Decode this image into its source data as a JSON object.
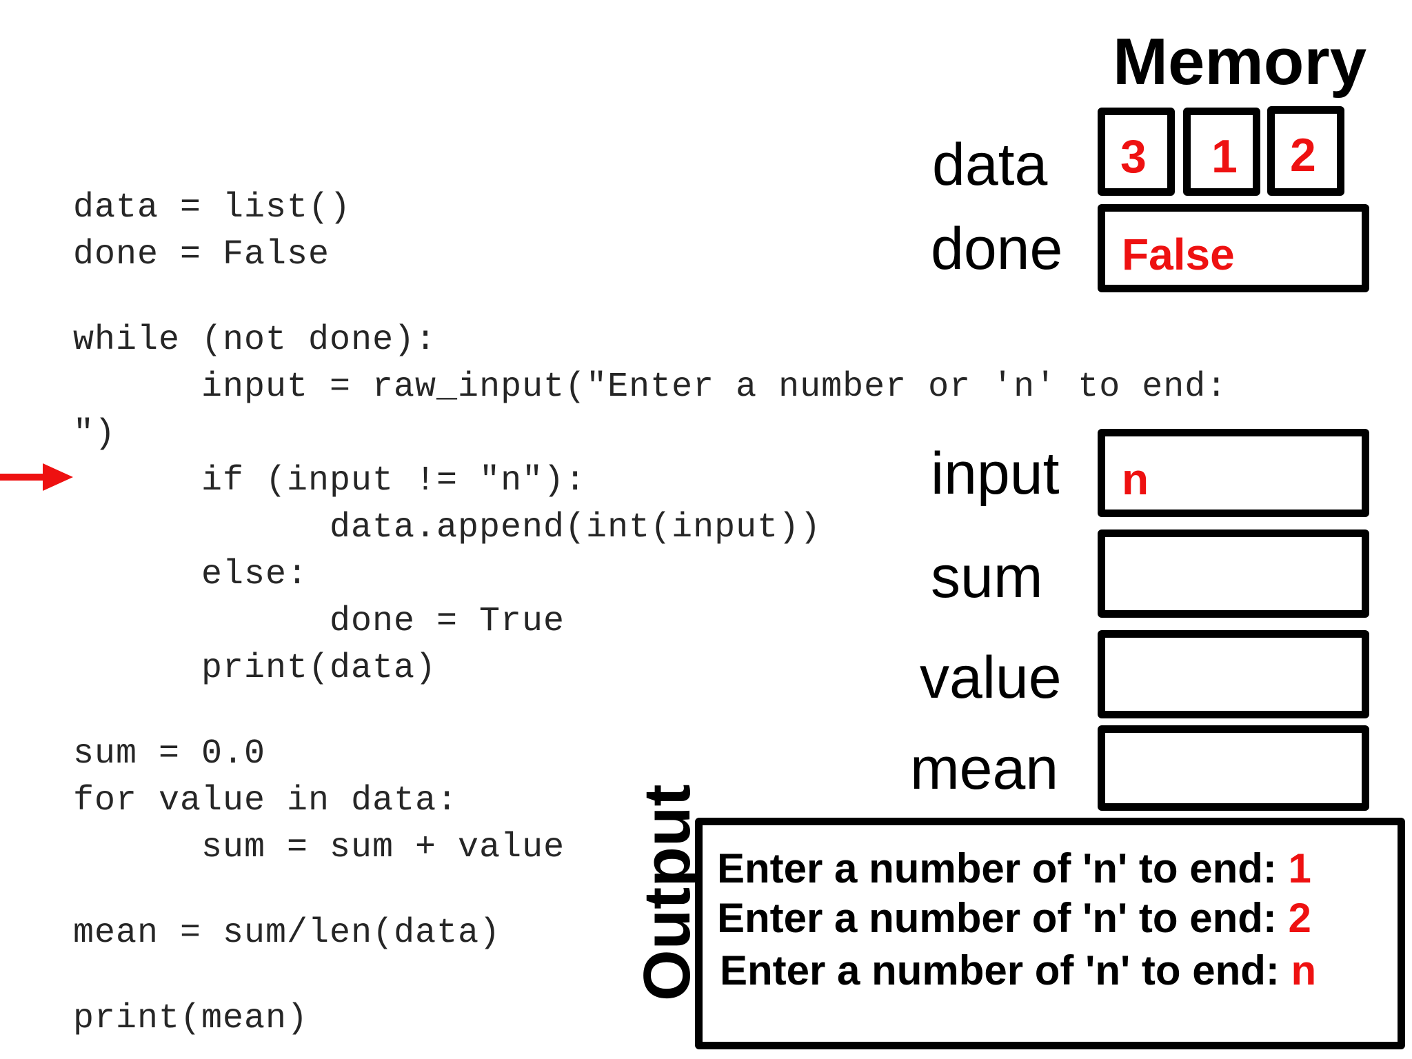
{
  "code": {
    "lines": [
      "data = list()",
      "done = False",
      "while (not done):",
      "input = raw_input(\"Enter a number or 'n' to end:",
      "\")",
      "if (input != \"n\"):",
      "data.append(int(input))",
      "else:",
      "done = True",
      "print(data)",
      "sum = 0.0",
      "for value in data:",
      "sum = sum + value",
      "mean = sum/len(data)",
      "print(mean)"
    ]
  },
  "current_line_indicator": {
    "line_index": 5,
    "color": "#ee1111"
  },
  "memory": {
    "title": "Memory",
    "data_label": "data",
    "data_values": [
      "3",
      "1",
      "2"
    ],
    "done_label": "done",
    "done_value": "False",
    "input_label": "input",
    "input_value": "n",
    "sum_label": "sum",
    "sum_value": "",
    "value_label": "value",
    "value_value": "",
    "mean_label": "mean",
    "mean_value": ""
  },
  "output": {
    "label": "Output",
    "lines": [
      {
        "prompt": "Enter a number of 'n' to end: ",
        "value": "1"
      },
      {
        "prompt": "Enter a number of 'n' to end: ",
        "value": "2"
      },
      {
        "prompt": "Enter a number of 'n' to end: ",
        "value": "n"
      }
    ]
  },
  "colors": {
    "value_red": "#ee1111",
    "text": "#262626"
  }
}
